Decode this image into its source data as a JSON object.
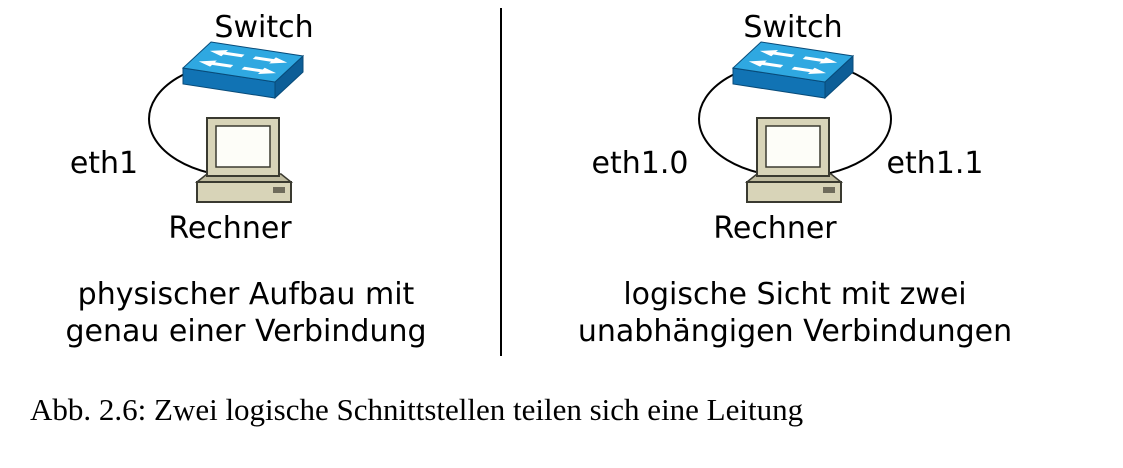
{
  "figure": {
    "caption": "Abb. 2.6: Zwei logische Schnittstellen teilen sich eine Leitung"
  },
  "left_panel": {
    "switch_label": "Switch",
    "computer_label": "Rechner",
    "interface_label": "eth1",
    "caption_line1": "physischer Aufbau mit",
    "caption_line2": "genau einer Verbindung"
  },
  "right_panel": {
    "switch_label": "Switch",
    "computer_label": "Rechner",
    "interface_label_left": "eth1.0",
    "interface_label_right": "eth1.1",
    "caption_line1": "logische Sicht mit zwei",
    "caption_line2": "unabhängigen Verbindungen"
  },
  "icons": {
    "switch": "network-switch-icon",
    "computer": "workstation-icon"
  },
  "colors": {
    "background": "#ffffff",
    "line": "#000000",
    "switch_top": "#2fa8e1",
    "switch_front": "#1173b4",
    "switch_side": "#0d5e97",
    "switch_arrows": "#ffffff",
    "computer_body": "#d8d4b8",
    "computer_base_top": "#bfbb9f",
    "screen": "#fdfdf8"
  }
}
